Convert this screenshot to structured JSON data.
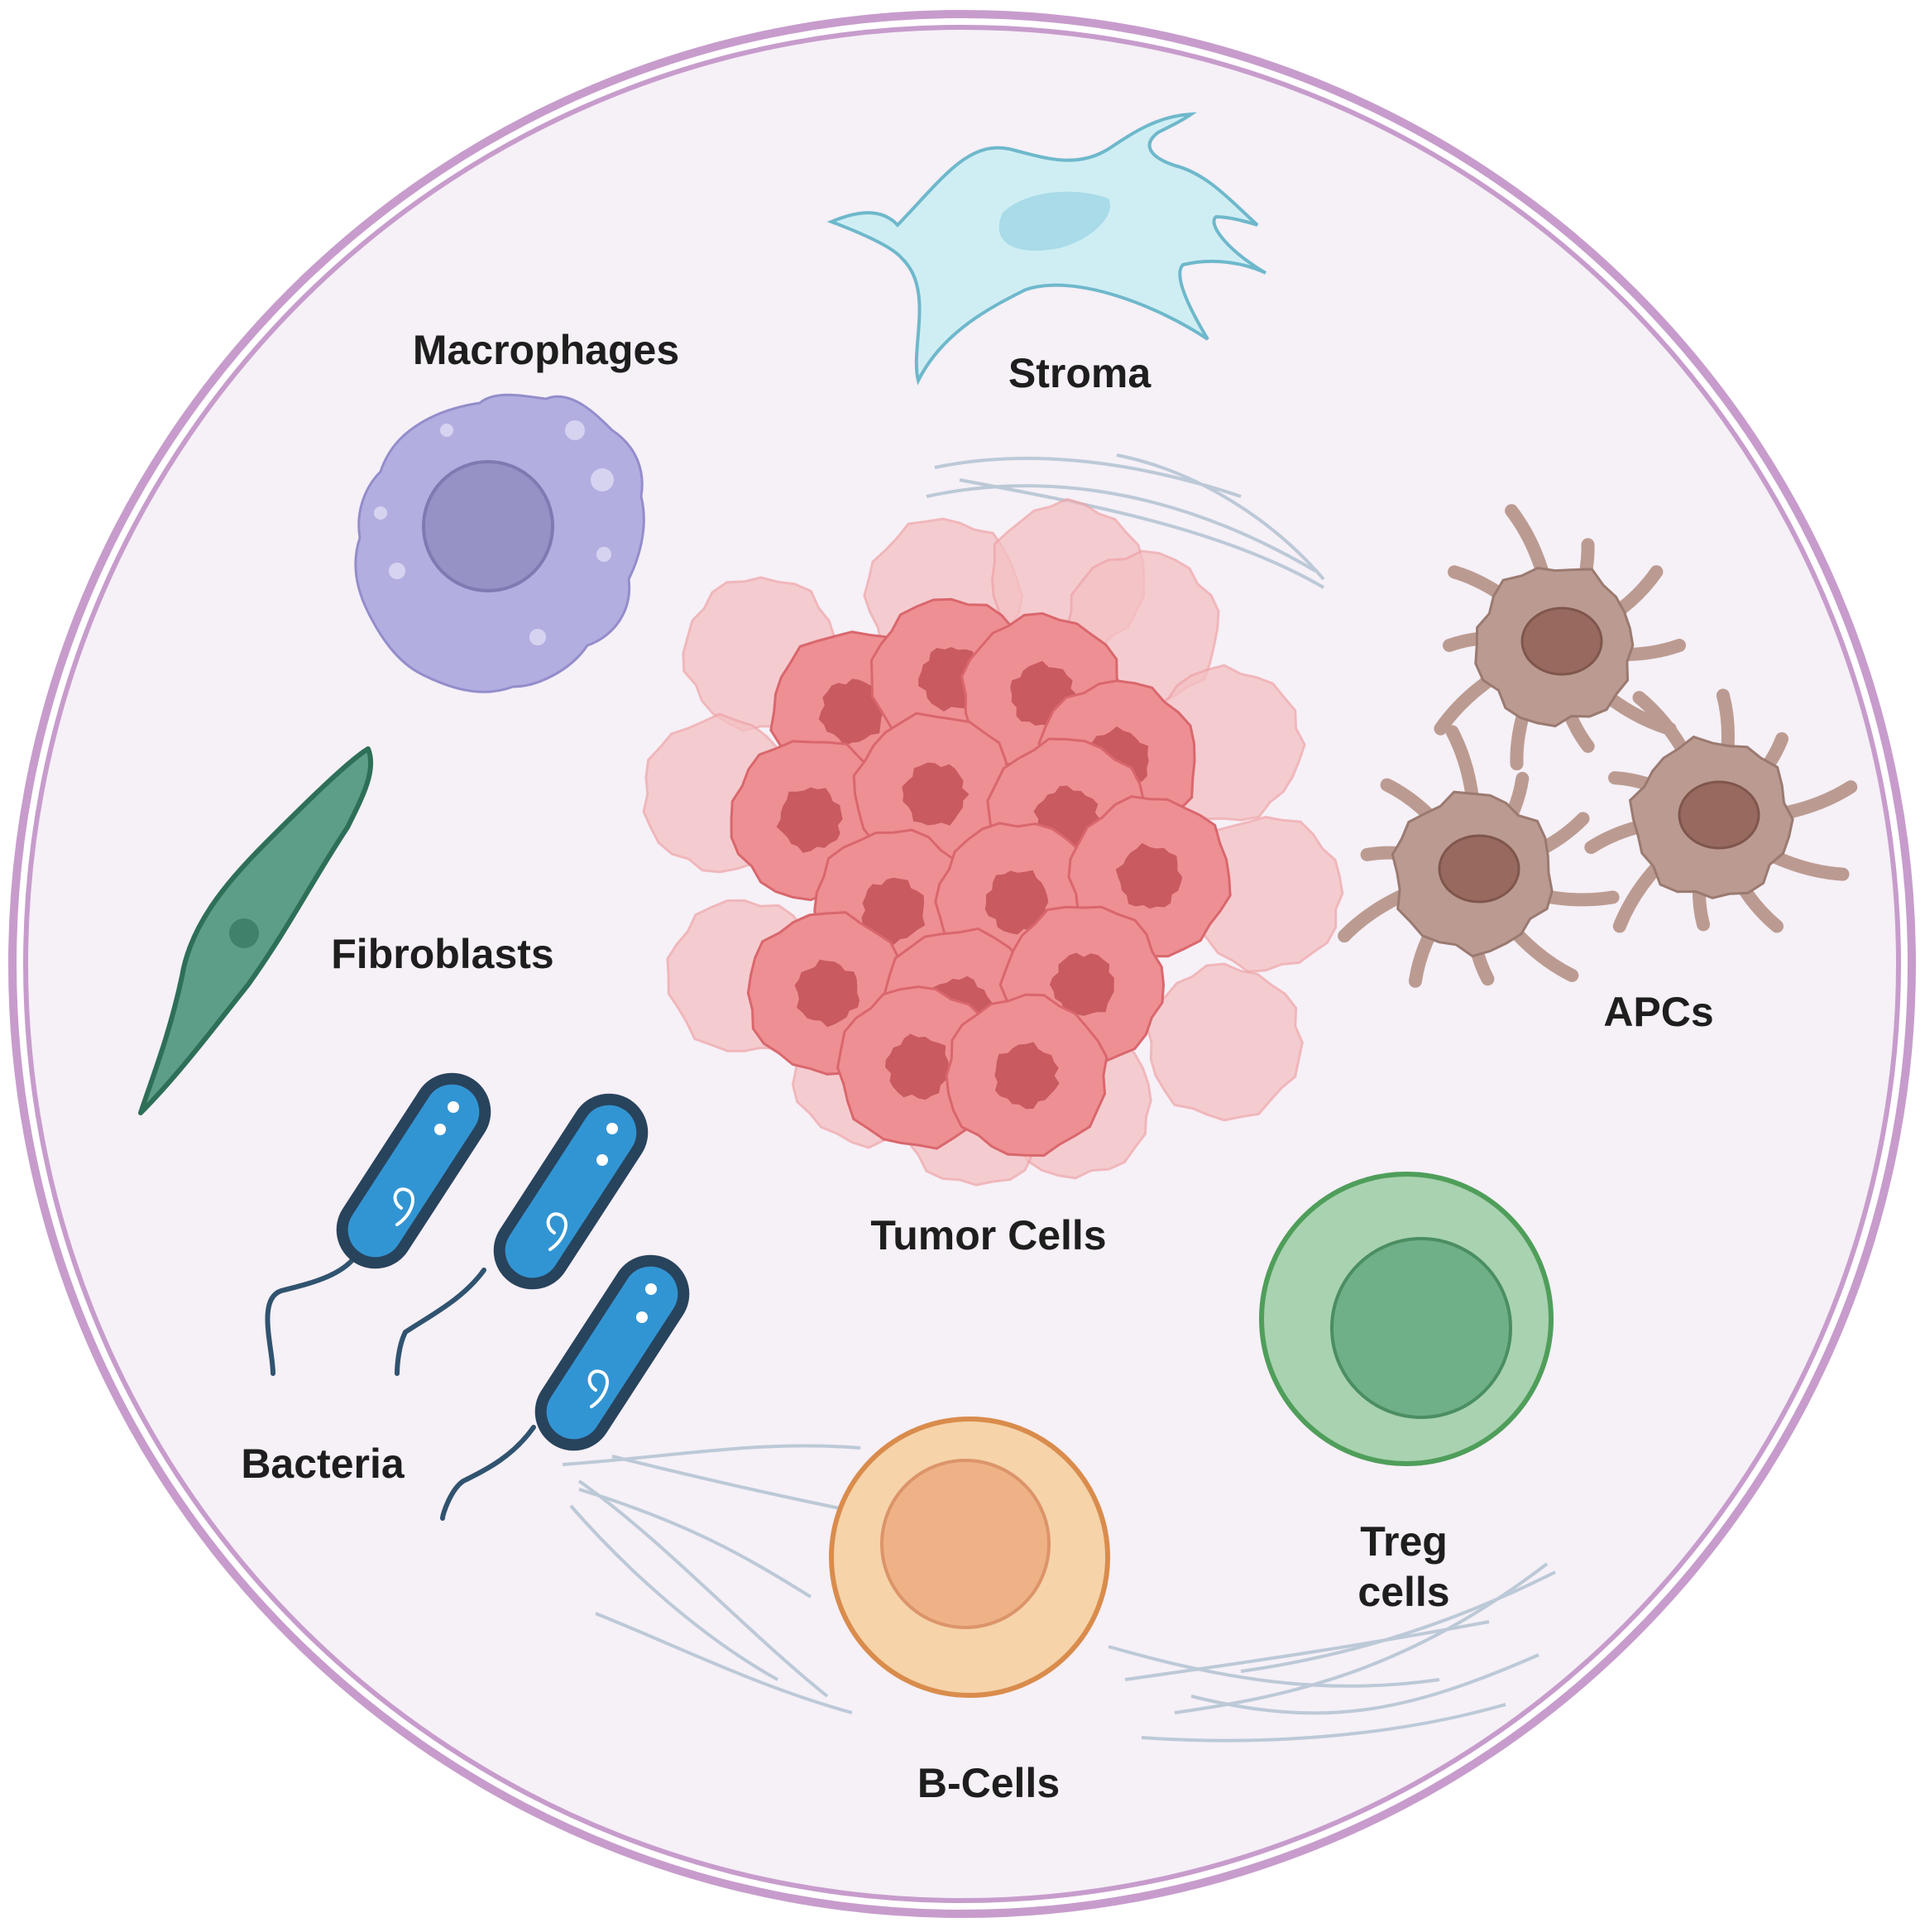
{
  "diagram": {
    "colors": {
      "dish_outer": "#c79ccc",
      "dish_fill": "#f6f0f7",
      "stroma": "#cfeef4",
      "macrophage": "#b3aee0",
      "fibroblast": "#5c9e87",
      "tumor": "#ee8f93",
      "apc": "#bb9b91",
      "bacteria": "#3295d3",
      "treg": "#a8d2b0",
      "bcell": "#f6d3a9"
    },
    "labels": {
      "macrophages": "Macrophages",
      "stroma": "Stroma",
      "fibroblasts": "Fibroblasts",
      "apcs": "APCs",
      "tumor_cells": "Tumor Cells",
      "bacteria": "Bacteria",
      "treg_line1": "Treg",
      "treg_line2": "cells",
      "b_cells": "B-Cells"
    }
  }
}
